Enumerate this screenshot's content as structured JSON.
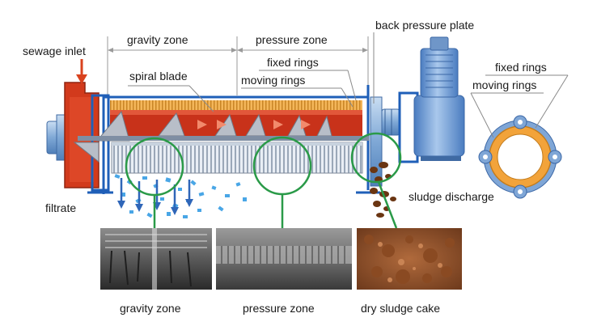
{
  "labels": {
    "sewage_inlet": "sewage inlet",
    "gravity_zone_top": "gravity zone",
    "pressure_zone_top": "pressure zone",
    "back_pressure_plate": "back pressure plate",
    "fixed_rings_main": "fixed rings",
    "spiral_blade": "spiral blade",
    "moving_rings_main": "moving rings",
    "fixed_rings_detail": "fixed rings",
    "moving_rings_detail": "moving rings",
    "filtrate": "filtrate",
    "sludge_discharge": "sludge discharge",
    "gravity_zone_photo": "gravity zone",
    "pressure_zone_photo": "pressure zone",
    "dry_sludge_cake": "dry sludge cake"
  },
  "colors": {
    "frame_blue": "#1f5fb8",
    "steel_blue": "#8fb6df",
    "motor_blue": "#5d8fd0",
    "chamber_red": "#d23a1c",
    "ring_orange": "#f2a33a",
    "zoom_green": "#2a9a48",
    "filtrate_blue": "#49a6e6",
    "sludge_brown": "#6a3512"
  }
}
